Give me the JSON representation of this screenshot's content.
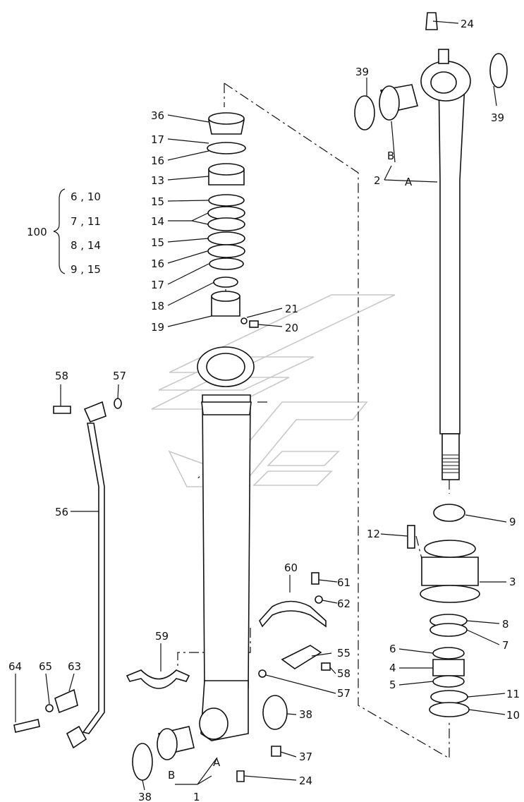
{
  "labels": {
    "p24_top": "24",
    "p39_left": "39",
    "p39_right": "39",
    "p36": "36",
    "p17_a": "17",
    "p16_a": "16",
    "p13": "13",
    "p15_a": "15",
    "p14": "14",
    "p15_b": "15",
    "p16_b": "16",
    "p17_b": "17",
    "p18": "18",
    "p19": "19",
    "p21": "21",
    "p20": "20",
    "p2": "2",
    "pA_top": "A",
    "pB_top": "B",
    "kit100": "100",
    "kit_row1": "6 , 10",
    "kit_row2": "7 , 11",
    "kit_row3": "8 , 14",
    "kit_row4": "9 , 15",
    "p58_top": "58",
    "p57_top": "57",
    "p56": "56",
    "p60": "60",
    "p61": "61",
    "p62": "62",
    "p59": "59",
    "p55": "55",
    "p58_mid": "58",
    "p57_mid": "57",
    "p64": "64",
    "p65": "65",
    "p63": "63",
    "p38_right": "38",
    "p37": "37",
    "p24_bottom": "24",
    "p38_left": "38",
    "pB_bottom": "B",
    "pA_bottom": "A",
    "p1": "1",
    "p9": "9",
    "p12": "12",
    "p3": "3",
    "p8": "8",
    "p7": "7",
    "p6": "6",
    "p4": "4",
    "p5": "5",
    "p11": "11",
    "p10": "10"
  }
}
